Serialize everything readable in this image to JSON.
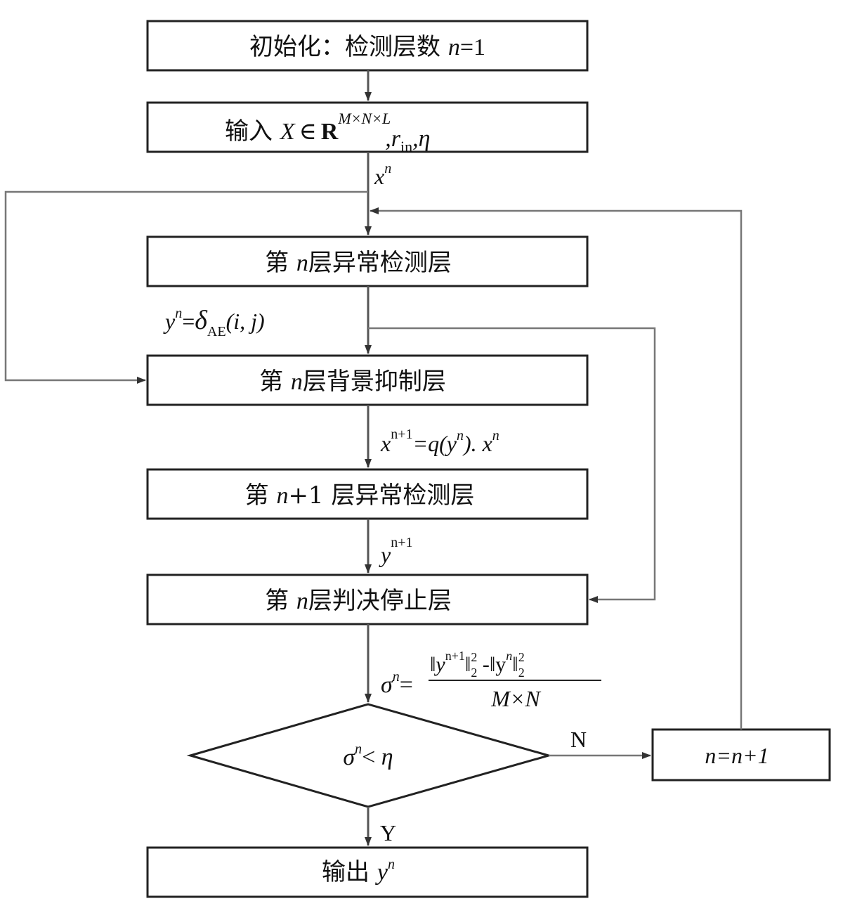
{
  "steps": {
    "init": {
      "prefix": "初始化：检测层数 ",
      "var": "n",
      "suffix": "=1"
    },
    "input": {
      "prefix": "输入 ",
      "x": "X",
      "in": "∈",
      "R": "R",
      "sup": "M×N×L",
      "tail1": ",r",
      "tail1_sub": "in",
      "tail2": ",η"
    },
    "detect_n": {
      "a": "第 ",
      "var": "n",
      "b": "层异常检测层"
    },
    "suppress_n": {
      "a": "第 ",
      "var": "n",
      "b": "层背景抑制层"
    },
    "detect_n1": {
      "a": "第 ",
      "var": "n",
      "b": "+1 层异常检测层"
    },
    "stop_n": {
      "a": "第 ",
      "var": "n",
      "b": "层判决停止层"
    },
    "decision": {
      "sigma": "σ",
      "sup": "n",
      "lt": "< ",
      "eta": "η"
    },
    "increment": {
      "text": "n=n+1"
    },
    "output": {
      "prefix": "输出 ",
      "y": "y",
      "sup": "n"
    }
  },
  "edge_labels": {
    "xn": {
      "x": "x",
      "sup": "n"
    },
    "yn": {
      "y": "y",
      "sup": "n",
      "eq": "=",
      "delta": "δ",
      "sub": "AE",
      "args": "(i, j)"
    },
    "xn1": {
      "x": "x",
      "sup": "n+1",
      "eq": "=q(y",
      "sup2": "n",
      "tail": "). x",
      "sup3": "n"
    },
    "yn1": {
      "y": "y",
      "sup": "n+1"
    },
    "sigma": {
      "s": "σ",
      "sup": "n",
      "eq": "=",
      "num_a": "‖y",
      "num_sup1": "n+1",
      "num_b": "‖",
      "num_sub1": "2",
      "num_sup2": "2",
      "num_c": " -‖y",
      "num_sup3": "n",
      "num_d": "‖",
      "num_sub2": "2",
      "num_sup4": "2",
      "den": "M×N"
    },
    "no": "N",
    "yes": "Y"
  }
}
